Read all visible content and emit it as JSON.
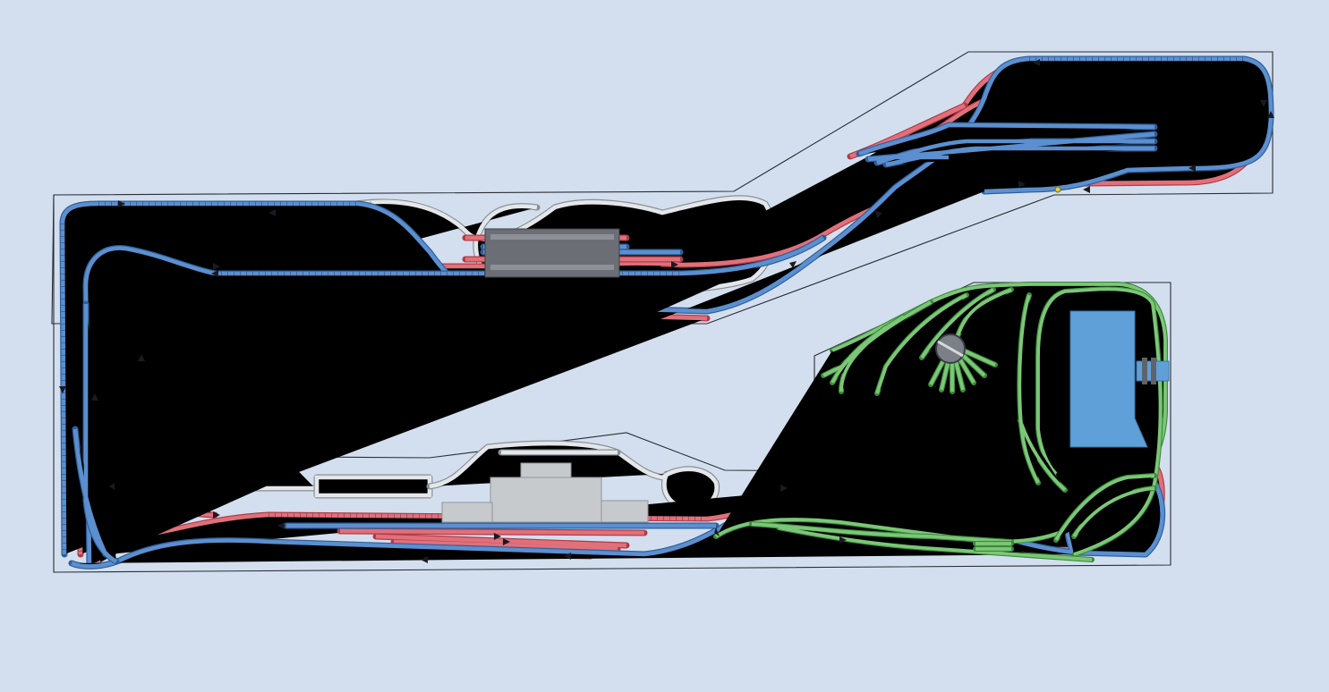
{
  "diagram": {
    "kind": "model railway track plan",
    "text_labels": [],
    "colors": {
      "background": "#d3dfee",
      "outline": "#2a2e38",
      "main_line_red": "#e0707a",
      "main_line_blue": "#5b8fcf",
      "secondary_grey": "#e4e7ea",
      "yard_green": "#7cc777",
      "water": "#5fa0d8",
      "building": "#c7cacd",
      "platform": "#6b6f75"
    },
    "track_groups": [
      {
        "name": "red-main-line",
        "color": "red"
      },
      {
        "name": "blue-main-line",
        "color": "blue"
      },
      {
        "name": "grey-branch-line",
        "color": "grey"
      },
      {
        "name": "green-yard-tracks",
        "color": "green"
      }
    ],
    "structures": [
      {
        "name": "station-platform",
        "icon": "platform-shape"
      },
      {
        "name": "station-building",
        "icon": "building-shape"
      },
      {
        "name": "turntable",
        "icon": "turntable-icon"
      },
      {
        "name": "harbour-water",
        "icon": "water-area"
      }
    ],
    "direction_arrow_icon": "arrow-triangle-icon"
  }
}
